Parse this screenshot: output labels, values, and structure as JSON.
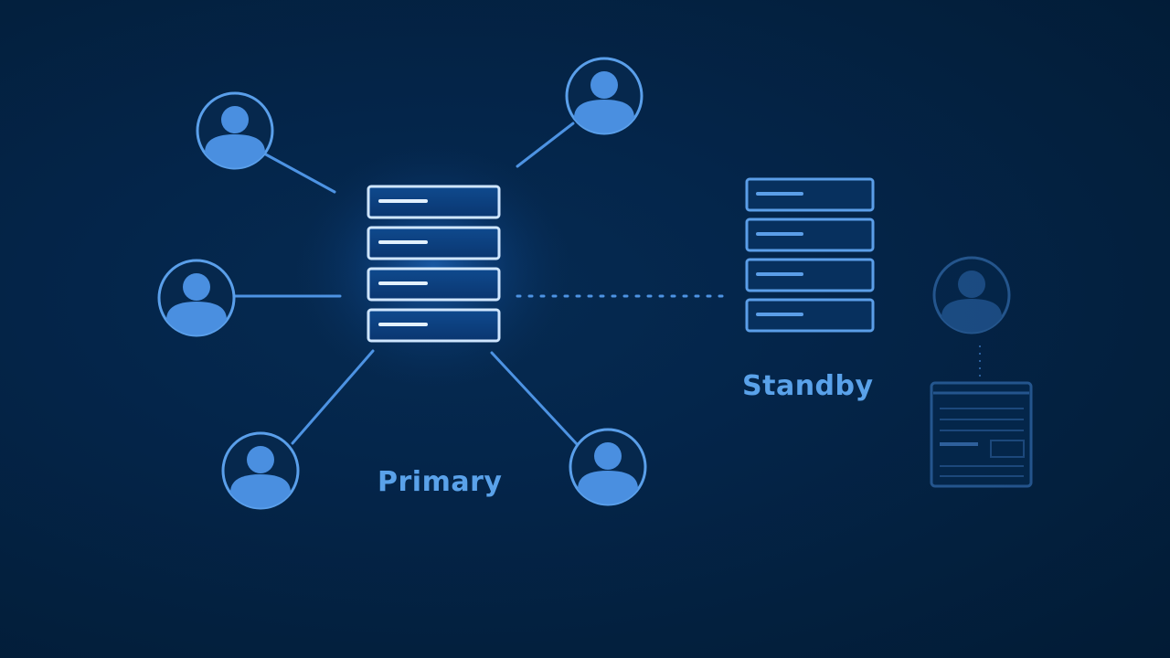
{
  "diagram": {
    "labels": {
      "primary": "Primary",
      "standby": "Standby"
    },
    "colors": {
      "background": "#03213f",
      "accent": "#4a8fe0",
      "accent_light": "#cfe6ff",
      "glow": "#1f6fd6"
    },
    "nodes": {
      "primary_server": {
        "type": "server-stack",
        "units": 4,
        "state": "active"
      },
      "standby_server": {
        "type": "server-stack",
        "units": 4,
        "state": "standby"
      },
      "users_connected": 5,
      "standby_user": {
        "state": "faded"
      },
      "standby_document": {
        "state": "faded"
      }
    },
    "connections": {
      "primary_to_users": "solid",
      "primary_to_standby": "dotted",
      "standby_user_to_document": "dotted"
    }
  }
}
